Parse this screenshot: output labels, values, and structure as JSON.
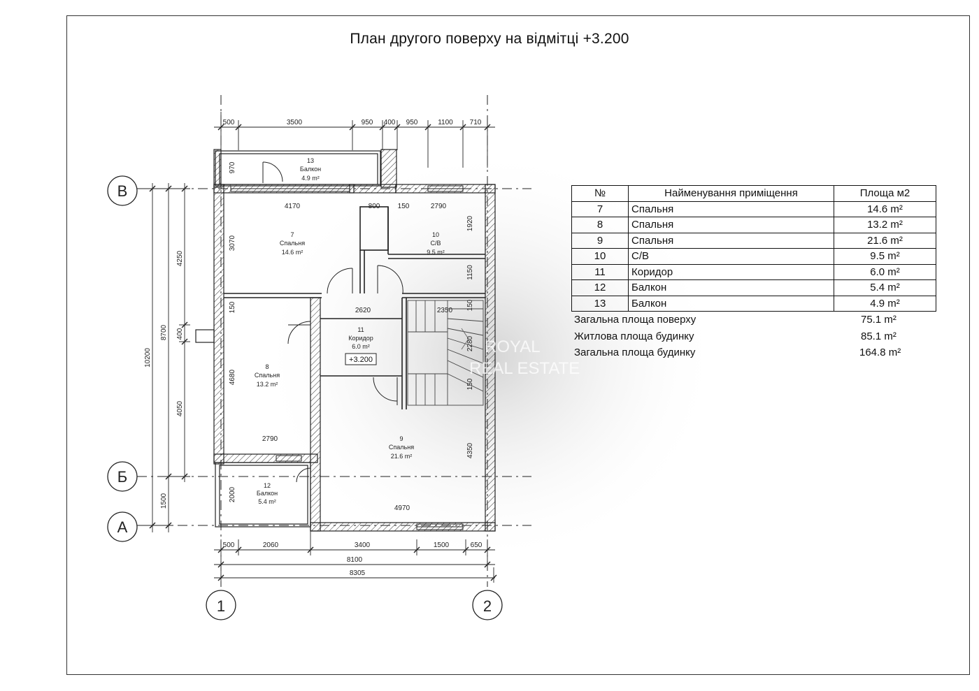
{
  "title": "План другого поверху на відмітці +3.200",
  "table": {
    "headers": [
      "№",
      "Найменування приміщення",
      "Площа м2"
    ],
    "rows": [
      {
        "no": "7",
        "name": "Спальня",
        "area": "14.6 m²"
      },
      {
        "no": "8",
        "name": "Спальня",
        "area": "13.2 m²"
      },
      {
        "no": "9",
        "name": "Спальня",
        "area": "21.6 m²"
      },
      {
        "no": "10",
        "name": "С/В",
        "area": "9.5 m²"
      },
      {
        "no": "11",
        "name": "Коридор",
        "area": "6.0 m²"
      },
      {
        "no": "12",
        "name": "Балкон",
        "area": "5.4 m²"
      },
      {
        "no": "13",
        "name": "Балкон",
        "area": "4.9 m²"
      }
    ]
  },
  "summary": [
    {
      "label": "Загальна площа поверху",
      "value": "75.1 m²"
    },
    {
      "label": "Житлова площа будинку",
      "value": "85.1 m²"
    },
    {
      "label": "Загальна площа будинку",
      "value": "164.8 m²"
    }
  ],
  "rooms": {
    "r7": {
      "num": "7",
      "name": "Спальня",
      "area": "14.6 m²"
    },
    "r8": {
      "num": "8",
      "name": "Спальня",
      "area": "13.2 m²"
    },
    "r9": {
      "num": "9",
      "name": "Спальня",
      "area": "21.6 m²"
    },
    "r10": {
      "num": "10",
      "name": "С/В",
      "area": "9.5 m²"
    },
    "r11": {
      "num": "11",
      "name": "Коридор",
      "area": "6.0 m²"
    },
    "r12": {
      "num": "12",
      "name": "Балкон",
      "area": "5.4 m²"
    },
    "r13": {
      "num": "13",
      "name": "Балкон",
      "area": "4.9 m²"
    }
  },
  "level_mark": "+3.200",
  "axes": {
    "v": "В",
    "b": "Б",
    "a": "А",
    "one": "1",
    "two": "2"
  },
  "dims": {
    "top": [
      "500",
      "3500",
      "950",
      "400",
      "950",
      "1100",
      "710"
    ],
    "inner_top": [
      "4170",
      "800",
      "150",
      "2790"
    ],
    "corridor_top": [
      "2620",
      "2350"
    ],
    "bottom": [
      "500",
      "2060",
      "3400",
      "1500",
      "650"
    ],
    "bottom_total_1": "8100",
    "bottom_total_2": "8305",
    "inner_bottom_8": "2790",
    "inner_bottom_9": "4970",
    "left_outer": "10200",
    "left_mid": "8700",
    "left_b": "1500",
    "left_inner": [
      "4250",
      "400",
      "4050"
    ],
    "left_walls": [
      "970",
      "3070",
      "150",
      "4680",
      "2000"
    ],
    "right": [
      "1920",
      "1150",
      "150",
      "2280",
      "150",
      "4350"
    ]
  },
  "watermark": {
    "line1": "ROYAL",
    "line2": "REAL ESTATE"
  }
}
